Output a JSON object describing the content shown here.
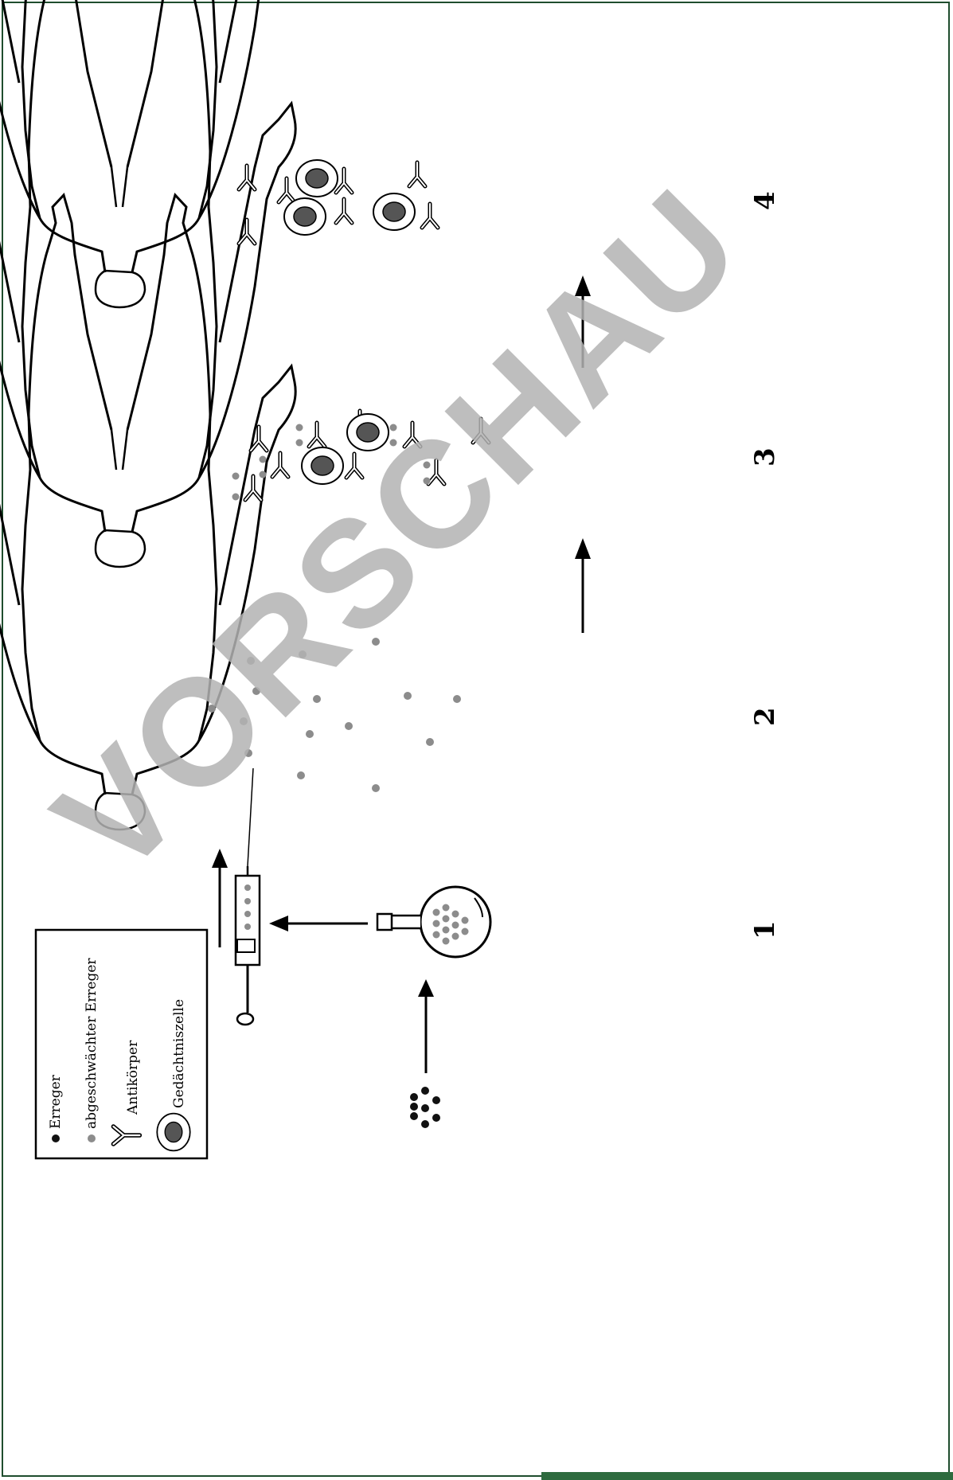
{
  "legend": {
    "items": [
      {
        "icon": "black-dot-icon",
        "label": "Erreger"
      },
      {
        "icon": "gray-dot-icon",
        "label": "abgeschwächter Erreger"
      },
      {
        "icon": "antibody-icon",
        "label": "Antikörper"
      },
      {
        "icon": "memory-cell-icon",
        "label": "Gedächtniszelle"
      }
    ]
  },
  "stages": [
    {
      "number": "1"
    },
    {
      "number": "2"
    },
    {
      "number": "3"
    },
    {
      "number": "4"
    }
  ],
  "watermark": "VORSCHAU",
  "colors": {
    "pathogen": "#111111",
    "weakened_pathogen": "#8c8c8c",
    "memory_cell_nucleus": "#555555",
    "frame": "#1f4d2e",
    "footer": "#2e6b3f",
    "watermark": "#b3b3b3"
  }
}
